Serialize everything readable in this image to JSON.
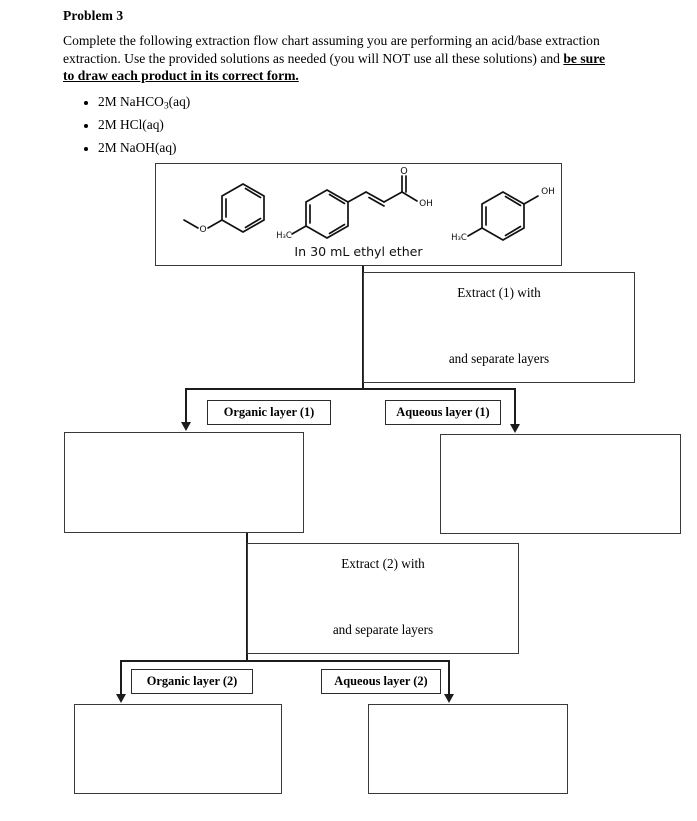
{
  "problem": {
    "title": "Problem 3",
    "prompt_part1": "Complete the following extraction flow chart assuming you are performing an acid/base extraction extraction. Use the provided solutions as needed (you will NOT use all these solutions) and ",
    "prompt_emphasis": "be sure to draw each product in its correct form.",
    "solutions": [
      {
        "molarity": "2M",
        "formula_pre": "NaHCO",
        "formula_sub": "3",
        "formula_post": "(aq)"
      },
      {
        "molarity": "2M",
        "formula_pre": "HCl",
        "formula_sub": "",
        "formula_post": "(aq)"
      },
      {
        "molarity": "2M",
        "formula_pre": "NaOH",
        "formula_sub": "",
        "formula_post": "(aq)"
      }
    ]
  },
  "starting_mixture": {
    "caption": "In 30 mL ethyl ether",
    "molecules": [
      {
        "name": "anisole",
        "label_left": "",
        "label_right": "",
        "substituent": "O-CH3"
      },
      {
        "name": "4-methylcinnamic-acid",
        "label_methyl": "H3C",
        "label_carbonyl": "O",
        "label_hydroxyl": "OH"
      },
      {
        "name": "4-methylphenol",
        "label_methyl": "H3C",
        "label_hydroxyl": "OH"
      }
    ]
  },
  "stage1": {
    "extract_line1": "Extract (1) with",
    "extract_line2": "and separate layers",
    "extract_blank": "",
    "organic_label": "Organic layer (1)",
    "aqueous_label": "Aqueous layer (1)",
    "organic_answer": "",
    "aqueous_answer": ""
  },
  "stage2": {
    "extract_line1": "Extract (2) with",
    "extract_line2": "and separate layers",
    "extract_blank": "",
    "organic_label": "Organic layer (2)",
    "aqueous_label": "Aqueous layer (2)",
    "organic_answer": "",
    "aqueous_answer": ""
  },
  "colors": {
    "ink": "#000000",
    "box_border": "#3a3a3a",
    "line": "#1c1c1c",
    "page": "#ffffff"
  }
}
